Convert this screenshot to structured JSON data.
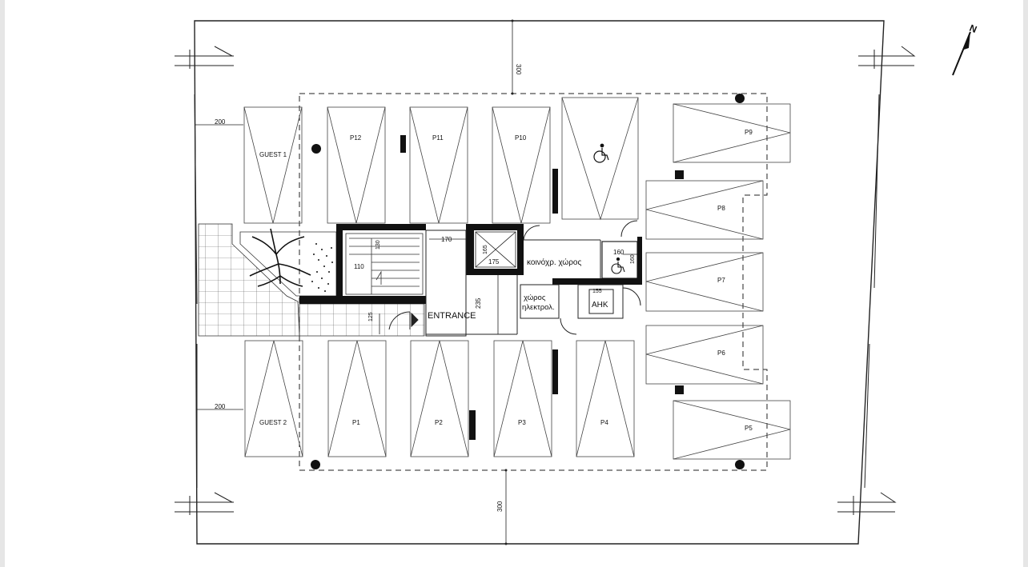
{
  "plan": {
    "dimensions": {
      "top_setback": "300",
      "bottom_setback": "300",
      "left_upper": "200",
      "left_lower": "200",
      "stair_170": "170",
      "stair_110": "110",
      "stair_130": "130",
      "lift_165": "165",
      "lift_175": "175",
      "wc_160_w": "160",
      "wc_160_h": "160",
      "elec_155": "155",
      "entrance_235": "235",
      "entrance_125": "125"
    },
    "parking_top": [
      "GUEST 1",
      "P12",
      "P11",
      "P10"
    ],
    "parking_bottom": [
      "GUEST 2",
      "P1",
      "P2",
      "P3",
      "P4"
    ],
    "parking_right": [
      "P9",
      "P8",
      "P7",
      "P6",
      "P5"
    ],
    "rooms": {
      "entrance": "ENTRANCE",
      "common_space": "κοινόχρ. χώρος",
      "electrical_line1": "χώρος",
      "electrical_line2": "ηλεκτρολ.",
      "ahk": "AHK"
    },
    "north_label": "N",
    "accessible_icon": "wheelchair-icon",
    "tree_icon": "tree-icon"
  }
}
